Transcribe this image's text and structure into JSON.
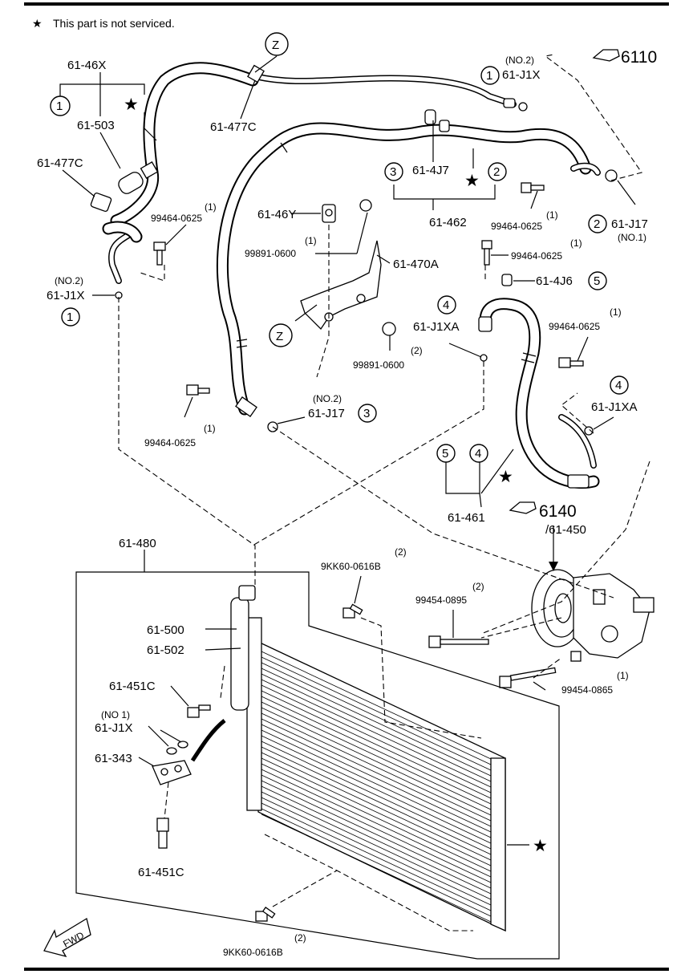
{
  "legend": {
    "star": "★",
    "text": "This part is not serviced."
  },
  "circles": {
    "n1": "1",
    "n2": "2",
    "n3": "3",
    "n4": "4",
    "n5": "5",
    "z": "Z"
  },
  "refs": {
    "r6110": "6110",
    "r6140": "6140",
    "r450": "/61-450"
  },
  "labels": {
    "p46X": "61-46X",
    "p503": "61-503",
    "p477C_a": "61-477C",
    "p477C_b": "61-477C",
    "pJ1X_top_no": "(NO.2)",
    "pJ1X_top": "61-J1X",
    "pJ1X_left_no": "(NO.2)",
    "pJ1X_left": "61-J1X",
    "p4J7": "61-4J7",
    "p462": "61-462",
    "b0625_a_q": "(1)",
    "b0625_a": "99464-0625",
    "b0625_b_q": "(1)",
    "b0625_b": "99464-0625",
    "b0625_c_q": "(1)",
    "b0625_c": "99464-0625",
    "b0625_d_q": "(1)",
    "b0625_d": "99464-0625",
    "b0625_e_q": "(1)",
    "b0625_e": "99464-0625",
    "pJ17_right": "61-J17",
    "pJ17_right_no": "(NO.1)",
    "p46Y": "61-46Y",
    "n0600_a_q": "(1)",
    "n0600_a": "99891-0600",
    "p470A": "61-470A",
    "p4J6": "61-4J6",
    "pJ1XA_a": "61-J1XA",
    "pJ1XA_b": "61-J1XA",
    "n0600_b_q": "(2)",
    "n0600_b": "99891-0600",
    "pJ17_mid_no": "(NO.2)",
    "pJ17_mid": "61-J17",
    "p461": "61-461",
    "p480": "61-480",
    "k0616_a_q": "(2)",
    "k0616_a": "9KK60-0616B",
    "b0895_q": "(2)",
    "b0895": "99454-0895",
    "p500": "61-500",
    "p502": "61-502",
    "p451C_a": "61-451C",
    "b0865_q": "(1)",
    "b0865": "99454-0865",
    "pJ1X_bot_no": "(NO 1)",
    "pJ1X_bot": "61-J1X",
    "p343": "61-343",
    "p451C_b": "61-451C",
    "k0616_b_q": "(2)",
    "k0616_b": "9KK60-0616B",
    "fwd": "FWD"
  }
}
